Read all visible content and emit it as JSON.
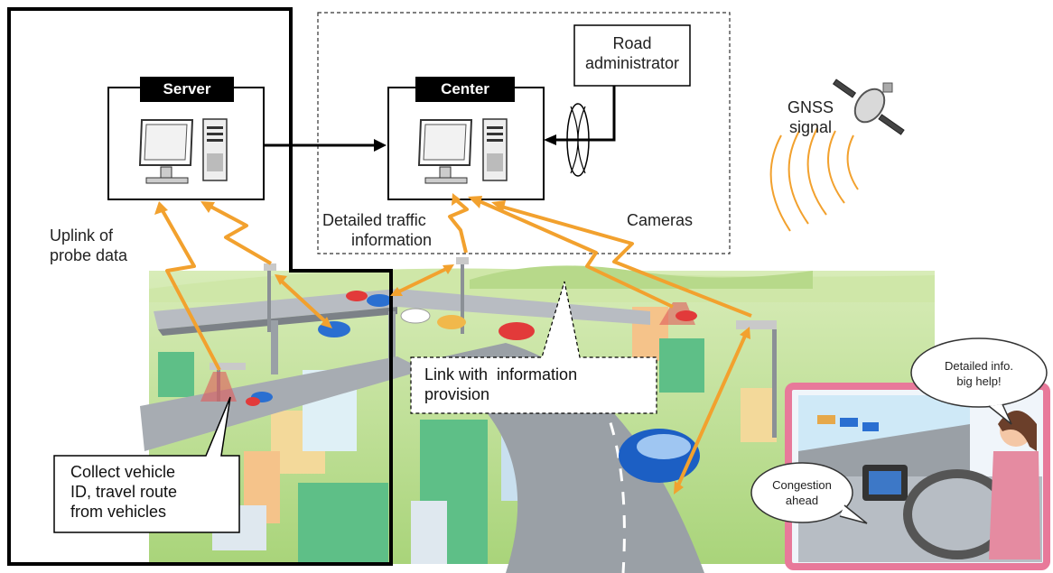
{
  "server": {
    "title": "Server"
  },
  "center": {
    "title": "Center"
  },
  "road_admin": {
    "line1": "Road",
    "line2": "administrator"
  },
  "gnss": {
    "line1": "GNSS",
    "line2": "signal"
  },
  "uplink": {
    "line1": "Uplink of",
    "line2": "probe data"
  },
  "detailed_traffic": {
    "line1": "Detailed traffic",
    "line2": "information"
  },
  "cameras": "Cameras",
  "link_info": {
    "line1": "Link with  information",
    "line2": "provision"
  },
  "collect": {
    "line1": "Collect vehicle",
    "line2": "ID, travel route",
    "line3": "from vehicles"
  },
  "bubble_detailed": {
    "line1": "Detailed info.",
    "line2": "big help!"
  },
  "bubble_congestion": {
    "line1": "Congestion",
    "line2": "ahead"
  },
  "colors": {
    "arrow": "#f2a12e",
    "road": "#9aa0a6",
    "grass": "#bfe08a",
    "car_blue": "#2a6fd1",
    "car_red": "#e23a3a",
    "frame_pink": "#e8799a"
  }
}
